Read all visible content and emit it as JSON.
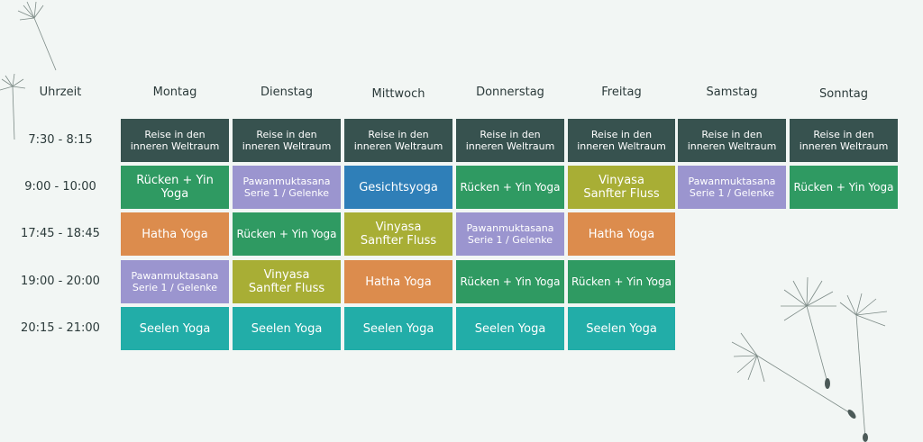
{
  "header": {
    "time_label": "Uhrzeit",
    "days": [
      "Montag",
      "Dienstag",
      "Mittwoch",
      "Donnerstag",
      "Freitag",
      "Samstag",
      "Sonntag"
    ]
  },
  "times": [
    "7:30 - 8:15",
    "9:00 - 10:00",
    "17:45 - 18:45",
    "19:00 - 20:00",
    "20:15 - 21:00"
  ],
  "colors": {
    "background": "#f2f6f4",
    "dark": "#37524f",
    "green": "#2f9a62",
    "purple": "#9b95cf",
    "blue": "#2f7fb8",
    "olive": "#a8ae35",
    "orange": "#dc8c4d",
    "teal": "#22ada8"
  },
  "schedule": [
    [
      "Reise in den\ninneren Weltraum",
      "Reise in den\ninneren Weltraum",
      "Reise in den\ninneren Weltraum",
      "Reise in den\ninneren Weltraum",
      "Reise in den\ninneren Weltraum",
      "Reise in den\ninneren Weltraum",
      "Reise in den\ninneren Weltraum"
    ],
    [
      "Rücken + Yin Yoga",
      "Pawanmuktasana\nSerie 1 / Gelenke",
      "Gesichtsyoga",
      "Rücken + Yin Yoga",
      "Vinyasa\nSanfter Fluss",
      "Pawanmuktasana\nSerie 1 / Gelenke",
      "Rücken + Yin Yoga"
    ],
    [
      "Hatha  Yoga",
      "Rücken + Yin Yoga",
      "Vinyasa\nSanfter Fluss",
      "Pawanmuktasana\nSerie 1  / Gelenke",
      "Hatha  Yoga",
      "",
      ""
    ],
    [
      "Pawanmuktasana\nSerie 1 / Gelenke",
      "Vinyasa\nSanfter Fluss",
      "Hatha Yoga",
      "Rücken + Yin Yoga",
      "Rücken + Yin Yoga",
      "",
      ""
    ],
    [
      "Seelen Yoga",
      "Seelen Yoga",
      "Seelen Yoga",
      "Seelen Yoga",
      "Seelen Yoga",
      "",
      ""
    ]
  ],
  "cell_colors": [
    [
      "dark",
      "dark",
      "dark",
      "dark",
      "dark",
      "dark",
      "dark"
    ],
    [
      "green",
      "purple",
      "blue",
      "green",
      "olive",
      "purple",
      "green"
    ],
    [
      "orange",
      "green",
      "olive",
      "purple",
      "orange",
      "",
      ""
    ],
    [
      "purple",
      "olive",
      "orange",
      "green",
      "green",
      "",
      ""
    ],
    [
      "teal",
      "teal",
      "teal",
      "teal",
      "teal",
      "",
      ""
    ]
  ],
  "decorations": [
    "dandelion-seed-icon",
    "dandelion-seed-icon",
    "dandelion-cluster-icon"
  ]
}
